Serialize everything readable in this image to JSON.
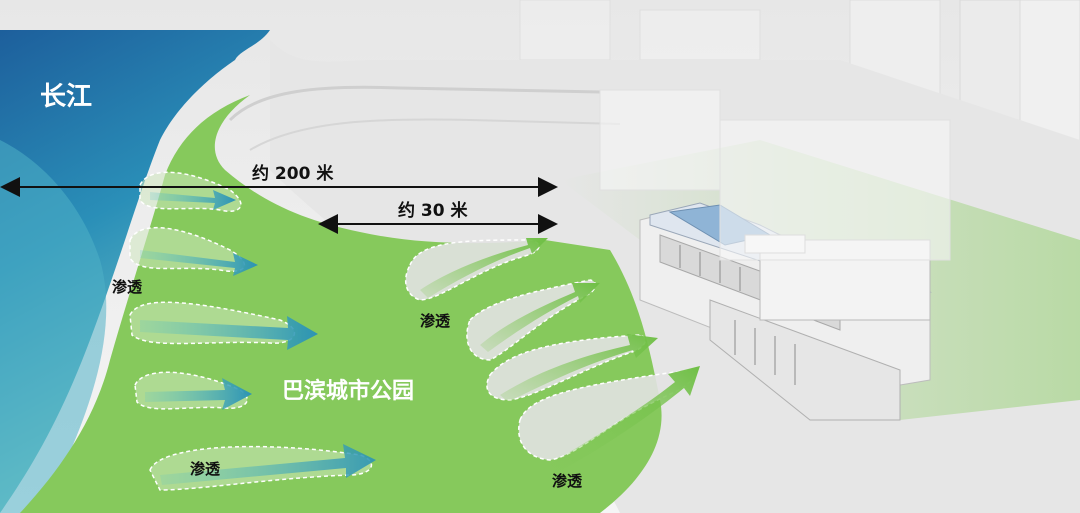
{
  "river": {
    "name": "长江"
  },
  "park": {
    "name": "巴滨城市公园"
  },
  "dimensions": [
    {
      "label": "约 200 米"
    },
    {
      "label": "约 30 米"
    }
  ],
  "seepage_labels": [
    "渗透",
    "渗透",
    "渗透",
    "渗透"
  ],
  "colors": {
    "river_deep": "#1e6fa8",
    "river_light": "#6ec9c6",
    "park_green": "#86c95c",
    "arrow_teal": "#3aa7b6",
    "arrow_green": "#6fbf45",
    "building": "#e9e9e9"
  }
}
